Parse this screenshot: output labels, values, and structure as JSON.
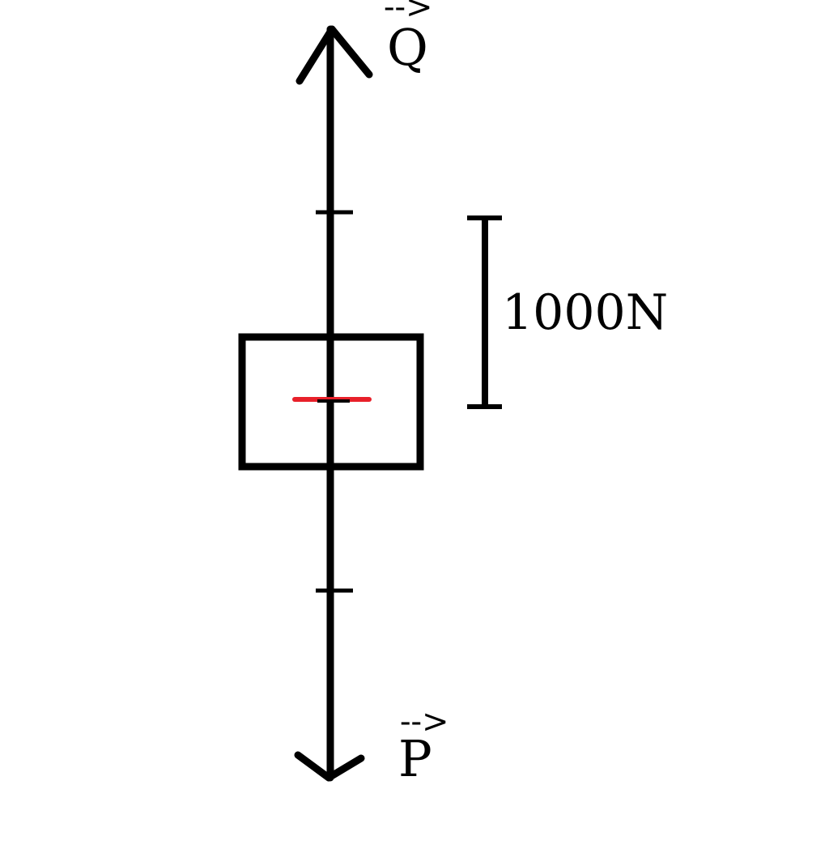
{
  "forces": {
    "up": {
      "symbol": "Q",
      "vector_mark": "-->"
    },
    "down": {
      "symbol": "P",
      "vector_mark": "-->"
    }
  },
  "scale": {
    "label": "1000N"
  },
  "colors": {
    "stroke": "#000000",
    "center_mark": "#e8202a"
  }
}
